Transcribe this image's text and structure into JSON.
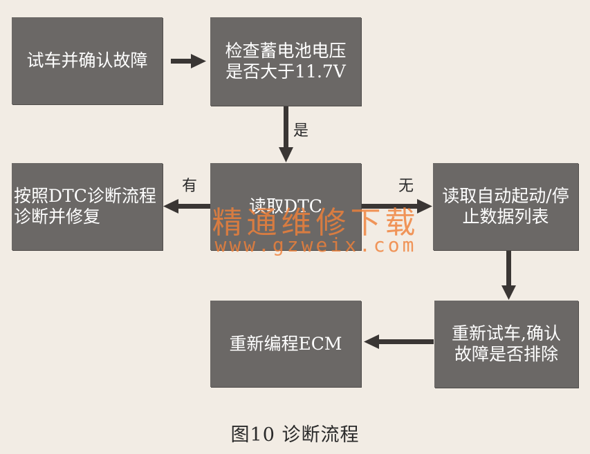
{
  "nodes": {
    "test_drive": {
      "lines": [
        "试车并确认故障"
      ]
    },
    "check_battery": {
      "lines": [
        "检查蓄电池电压",
        "是否大于11.7V"
      ]
    },
    "read_dtc": {
      "lines": [
        "读取DTC"
      ]
    },
    "diagnose_repair": {
      "lines": [
        "按照DTC诊断流程",
        "诊断并修复"
      ]
    },
    "read_stop_start": {
      "lines": [
        "读取自动起动/停",
        "止数据列表"
      ]
    },
    "retest": {
      "lines": [
        "重新试车,确认",
        "故障是否排除"
      ]
    },
    "reprogram": {
      "lines": [
        "重新编程ECM"
      ]
    }
  },
  "edges": [
    {
      "from": "test_drive",
      "to": "check_battery",
      "label": ""
    },
    {
      "from": "check_battery",
      "to": "read_dtc",
      "label": "是"
    },
    {
      "from": "read_dtc",
      "to": "diagnose_repair",
      "label": "有"
    },
    {
      "from": "read_dtc",
      "to": "read_stop_start",
      "label": "无"
    },
    {
      "from": "read_stop_start",
      "to": "retest",
      "label": ""
    },
    {
      "from": "retest",
      "to": "reprogram",
      "label": ""
    }
  ],
  "caption": "图10   诊断流程",
  "watermark": {
    "title": "精通维修下载",
    "url": "www.gzweix.com"
  },
  "colors": {
    "box": "#6b6866",
    "arrow": "#3a3634",
    "background": "#f2ece4",
    "watermark": "#f0813a"
  }
}
